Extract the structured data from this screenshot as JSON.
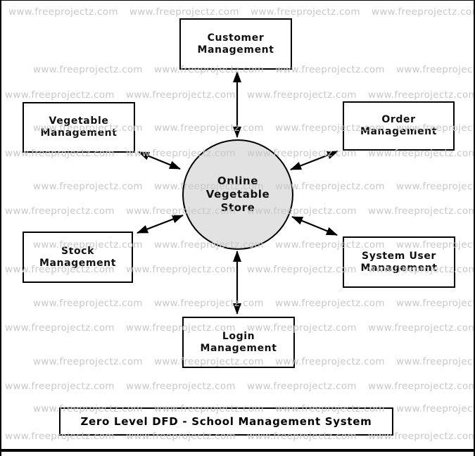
{
  "diagram": {
    "watermark_text": "www.freeprojectz.com",
    "center_node": {
      "label": "Online\nVegetable\nStore"
    },
    "nodes": [
      {
        "id": "customer-management",
        "label": "Customer\nManagement"
      },
      {
        "id": "vegetable-management",
        "label": "Vegetable\nManagement"
      },
      {
        "id": "order-management",
        "label": "Order\nManagement"
      },
      {
        "id": "stock-management",
        "label": "Stock\nManagement"
      },
      {
        "id": "system-user-management",
        "label": "System User\nManagement"
      },
      {
        "id": "login-management",
        "label": "Login\nManagement"
      }
    ],
    "title": "Zero Level DFD - School Management System",
    "colors": {
      "circle_fill": "#e2e2e2",
      "line": "#000000",
      "watermark": "#c8c8c8",
      "background": "#ffffff"
    }
  }
}
